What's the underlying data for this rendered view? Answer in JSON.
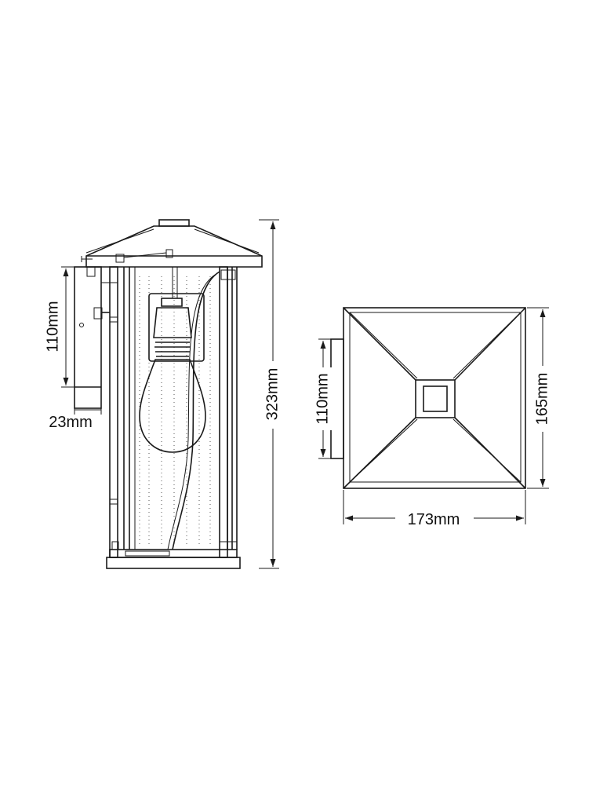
{
  "side_view": {
    "bracket_height": "110mm",
    "bracket_depth": "23mm",
    "overall_height": "323mm"
  },
  "top_view": {
    "bracket_height": "110mm",
    "depth": "165mm",
    "width": "173mm"
  }
}
